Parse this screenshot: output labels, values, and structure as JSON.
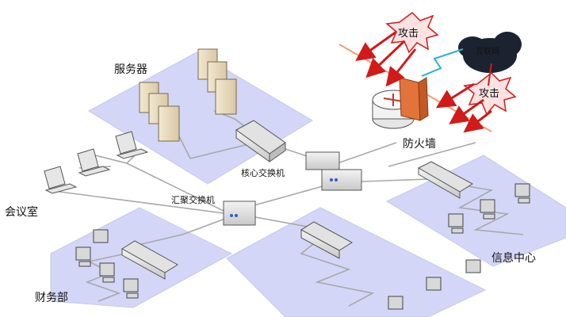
{
  "labels": {
    "servers": "服务器",
    "core_switch": "核心交换机",
    "aggregation_switch": "汇聚交换机",
    "meeting_room": "会议室",
    "finance_dept": "财务部",
    "info_center": "信息中心",
    "firewall": "防火墙",
    "internet": "互联网",
    "attack": "攻击"
  },
  "colors": {
    "zone_fill": "#d4d6f7",
    "attack_arrow": "#d11a1a",
    "lightning": "#2ab0d0",
    "boundary_line": "#f0a06a",
    "cloud": "#1c2330",
    "firewall": "#e2733a",
    "server_body": "#e9dcc0"
  }
}
